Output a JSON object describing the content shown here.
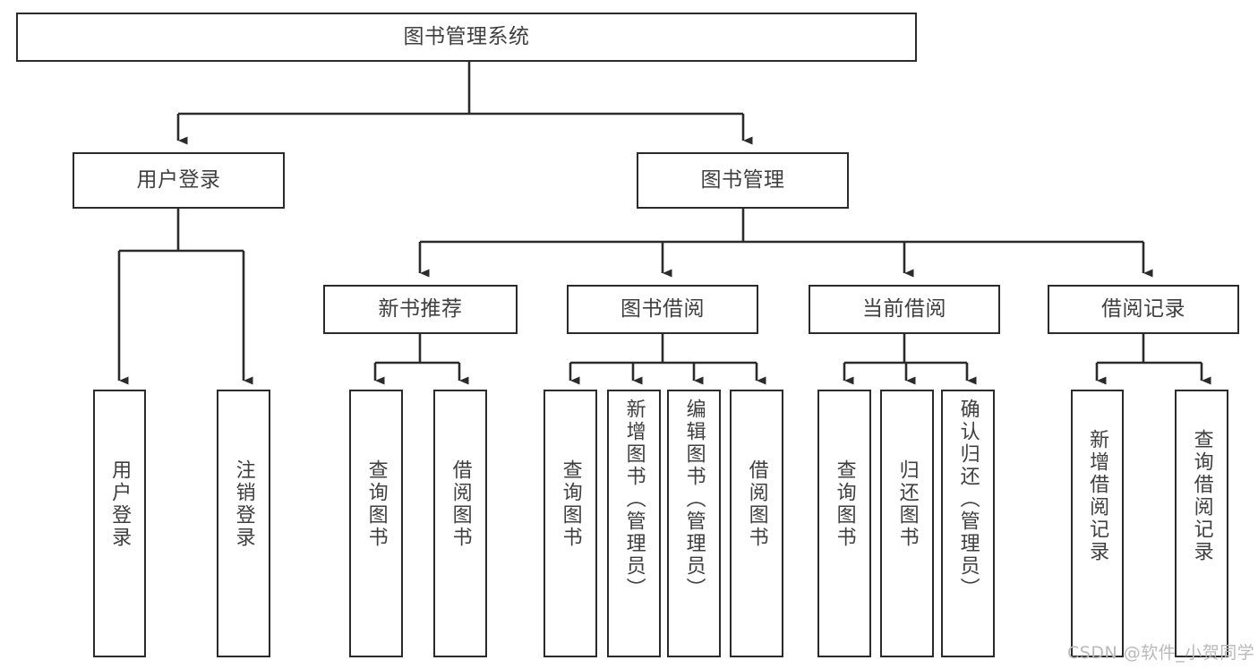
{
  "diagram": {
    "type": "tree-hierarchy-chart",
    "title": "图书管理系统",
    "stroke_color": "#2b2b2b",
    "text_color": "#3f3f3f",
    "background": "#ffffff",
    "nodes": {
      "root": {
        "label": "图书管理系统"
      },
      "level2": [
        {
          "id": "user-login",
          "label": "用户登录"
        },
        {
          "id": "book-management",
          "label": "图书管理"
        }
      ],
      "level3": [
        {
          "id": "new-book-recommend",
          "label": "新书推荐"
        },
        {
          "id": "book-borrow",
          "label": "图书借阅"
        },
        {
          "id": "current-borrow",
          "label": "当前借阅"
        },
        {
          "id": "borrow-record",
          "label": "借阅记录"
        }
      ],
      "leaves": [
        {
          "id": "leaf-user-login",
          "label": "用户登录",
          "parent": "user-login"
        },
        {
          "id": "leaf-logout-login",
          "label": "注销登录",
          "parent": "user-login"
        },
        {
          "id": "leaf-query-book-1",
          "label": "查询图书",
          "parent": "new-book-recommend"
        },
        {
          "id": "leaf-borrow-book-1",
          "label": "借阅图书",
          "parent": "new-book-recommend"
        },
        {
          "id": "leaf-query-book-2",
          "label": "查询图书",
          "parent": "book-borrow"
        },
        {
          "id": "leaf-add-book",
          "label": "新增图书（管理员）",
          "parent": "book-borrow"
        },
        {
          "id": "leaf-edit-book",
          "label": "编辑图书（管理员）",
          "parent": "book-borrow"
        },
        {
          "id": "leaf-borrow-book-2",
          "label": "借阅图书",
          "parent": "book-borrow"
        },
        {
          "id": "leaf-query-book-3",
          "label": "查询图书",
          "parent": "current-borrow"
        },
        {
          "id": "leaf-return-book",
          "label": "归还图书",
          "parent": "current-borrow"
        },
        {
          "id": "leaf-confirm-return",
          "label": "确认归还（管理员）",
          "parent": "current-borrow"
        },
        {
          "id": "leaf-add-record",
          "label": "新增借阅记录",
          "parent": "borrow-record"
        },
        {
          "id": "leaf-query-record",
          "label": "查询借阅记录",
          "parent": "borrow-record"
        }
      ]
    }
  },
  "watermark": {
    "text": "CSDN @软件_小贺同学"
  }
}
